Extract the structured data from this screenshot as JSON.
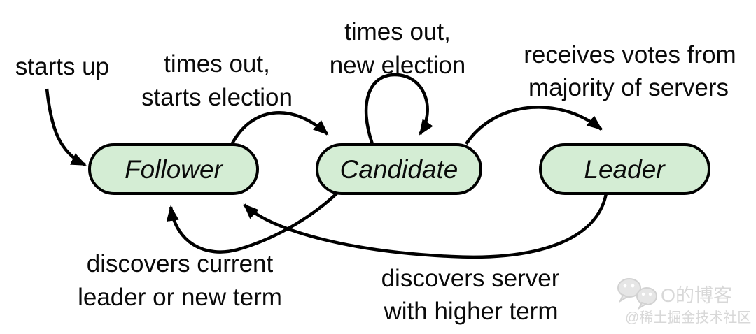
{
  "diagram": {
    "type": "state-machine",
    "subject": "raft-server-states",
    "states": [
      {
        "id": "follower",
        "label": "Follower"
      },
      {
        "id": "candidate",
        "label": "Candidate"
      },
      {
        "id": "leader",
        "label": "Leader"
      }
    ],
    "transitions": [
      {
        "from": null,
        "to": "follower",
        "lines": [
          "starts up",
          ""
        ]
      },
      {
        "from": "follower",
        "to": "candidate",
        "lines": [
          "times out,",
          "starts election"
        ]
      },
      {
        "from": "candidate",
        "to": "candidate",
        "lines": [
          "times out,",
          "new election"
        ]
      },
      {
        "from": "candidate",
        "to": "leader",
        "lines": [
          "receives votes from",
          "majority of servers"
        ]
      },
      {
        "from": "candidate",
        "to": "follower",
        "lines": [
          "discovers current",
          "leader or new term"
        ]
      },
      {
        "from": "leader",
        "to": "follower",
        "lines": [
          "discovers server",
          "with higher term"
        ]
      }
    ]
  },
  "colors": {
    "background": "#ffffff",
    "state_fill": "#d4edd4",
    "state_border": "#000000",
    "arrow": "#000000",
    "text": "#0a0a0a",
    "watermark": "#d8d8d8"
  },
  "watermark": {
    "icon": "wechat-icon",
    "line1": "O的博客",
    "line2": "@稀土掘金技术社区"
  }
}
